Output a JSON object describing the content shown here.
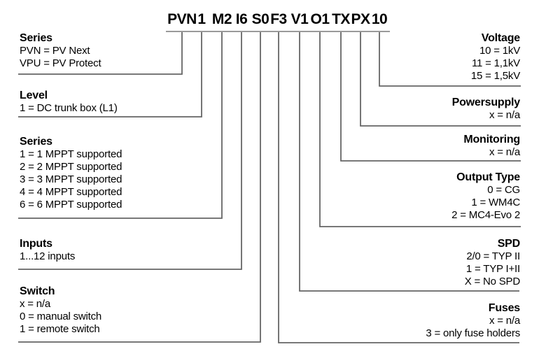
{
  "code": {
    "full": "PVN 1 M2 I6 S0 F3 V1 O1 TX PX 10",
    "segments": [
      "PVN",
      "1",
      "M2",
      "I6",
      "S0",
      "F3",
      "V1",
      "O1",
      "TX",
      "PX",
      "10"
    ]
  },
  "left_blocks": [
    {
      "title": "Series",
      "lines": [
        "PVN = PV Next",
        "VPU = PV Protect"
      ]
    },
    {
      "title": "Level",
      "lines": [
        "1 = DC trunk box (L1)"
      ]
    },
    {
      "title": "Series",
      "lines": [
        "1 = 1 MPPT supported",
        "2 = 2 MPPT supported",
        "3 = 3 MPPT supported",
        "4 = 4 MPPT supported",
        "6 = 6 MPPT supported"
      ]
    },
    {
      "title": "Inputs",
      "lines": [
        "1...12 inputs"
      ]
    },
    {
      "title": "Switch",
      "lines": [
        "x = n/a",
        "0 = manual switch",
        "1 = remote switch"
      ]
    }
  ],
  "right_blocks": [
    {
      "title": "Voltage",
      "lines": [
        "10 = 1kV",
        "11 = 1,1kV",
        "15 = 1,5kV"
      ]
    },
    {
      "title": "Powersupply",
      "lines": [
        "x = n/a"
      ]
    },
    {
      "title": "Monitoring",
      "lines": [
        "x = n/a"
      ]
    },
    {
      "title": "Output Type",
      "lines": [
        "0 = CG",
        "1 = WM4C",
        "2 = MC4-Evo 2"
      ]
    },
    {
      "title": "SPD",
      "lines": [
        "2/0 = TYP II",
        "1 = TYP I+II",
        "X = No SPD"
      ]
    },
    {
      "title": "Fuses",
      "lines": [
        "x = n/a",
        "3 = only fuse holders"
      ]
    }
  ],
  "colors": {
    "background": "#ffffff",
    "text": "#000000",
    "connector_line": "#666666",
    "code_underline": "#9a9a9a"
  }
}
